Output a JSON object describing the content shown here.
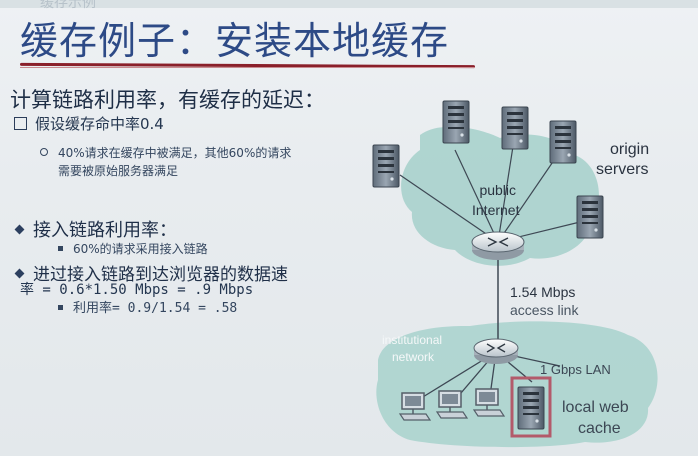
{
  "header": {
    "top_partial": "缓存示例"
  },
  "slide": {
    "title": "缓存例子：安装本地缓存",
    "heading": "计算链路利用率，有缓存的延迟：",
    "assume": "假设缓存命中率0.4",
    "hit_line1": "40%请求在缓存中被满足，其他60%的请求",
    "hit_line2": "需要被原始服务器满足",
    "access_util": "接入链路利用率：",
    "access_util_sub": "60%的请求采用接入链路",
    "rate_line1": "进过接入链路到达浏览器的数据速",
    "rate_line2": "率 = 0.6*1.50 Mbps = .9 Mbps",
    "util_formula": "利用率= 0.9/1.54 = .58"
  },
  "diagram": {
    "origin_servers": [
      "origin",
      "servers"
    ],
    "public_internet": [
      "public",
      "Internet"
    ],
    "access_speed": "1.54 Mbps",
    "access_link": "access link",
    "institutional": [
      "institutional",
      "network"
    ],
    "lan": "1 Gbps LAN",
    "cache_label": [
      "local web",
      "cache"
    ]
  },
  "colors": {
    "title": "#2d4a86",
    "underline": "#8a1f2a",
    "cloud": "#a8d2cc",
    "cache_border": "#b35a6a"
  }
}
